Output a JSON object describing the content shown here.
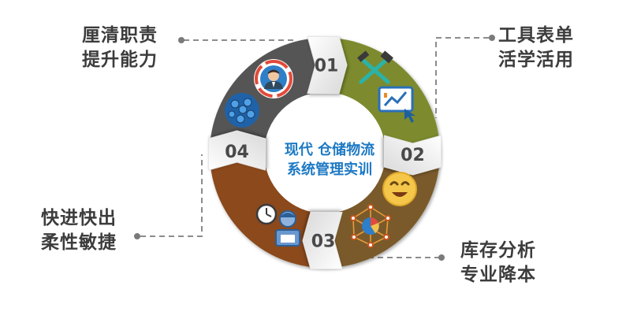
{
  "center_title": {
    "line1": "现代 仓储物流",
    "line2": "系统管理实训"
  },
  "segments": [
    {
      "number": "01",
      "color": "#555555",
      "icon": "user-avatar-icon"
    },
    {
      "number": "02",
      "color": "#7d8b2f",
      "icon": "tools-and-chart-icon"
    },
    {
      "number": "03",
      "color": "#7a5a2c",
      "icon": "network-pie-icon"
    },
    {
      "number": "04",
      "color": "#8b4a1e",
      "icon": "clock-and-worker-icon"
    }
  ],
  "decor_icons": [
    "molecule-icon",
    "smiley-face-icon"
  ],
  "labels": {
    "top_left": {
      "line1": "厘清职责",
      "line2": "提升能力"
    },
    "top_right": {
      "line1": "工具表单",
      "line2": "活学活用"
    },
    "bottom_left": {
      "line1": "快进快出",
      "line2": "柔性敏捷"
    },
    "bottom_right": {
      "line1": "库存分析",
      "line2": "专业降本"
    }
  },
  "colors": {
    "connector": "#8c8c8c",
    "label_text": "#3c3c3c",
    "title_text": "#1d79c4"
  }
}
